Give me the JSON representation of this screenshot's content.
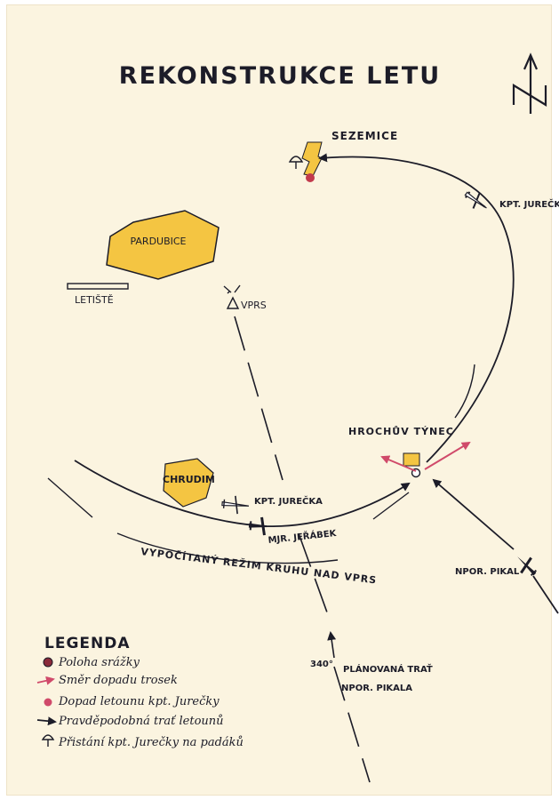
{
  "title": "REKONSTRUKCE LETU",
  "north_symbol": "N",
  "places": {
    "sezemice": "SEZEMICE",
    "pardubice": "PARDUBICE",
    "letiste": "LETIŠTĚ",
    "vprs": "VPRS",
    "hrochuv_tynec": "HROCHŮV TÝNEC",
    "chrudim": "CHRUDIM"
  },
  "labels": {
    "kpt_jurecka_top": "KPT. JUREČKA",
    "kpt_jurecka_left": "KPT. JUREČKA",
    "mjr_jerabek": "MJR. JEŘÁBEK",
    "npor_pikal": "NPOR. PIKAL",
    "circle_regime": "VYPOČÍTANÝ REŽIM KRUHU NAD VPRS",
    "heading": "340°",
    "planned_track_1": "PLÁNOVANÁ TRAŤ",
    "planned_track_2": "NPOR. PIKALA"
  },
  "legend": {
    "title": "LEGENDA",
    "items": [
      {
        "symbol": "dot-dark",
        "text": "Poloha srážky"
      },
      {
        "symbol": "arrow-red",
        "text": "Směr dopadu trosek"
      },
      {
        "symbol": "dot-red",
        "text": "Dopad letounu kpt. Jurečky"
      },
      {
        "symbol": "arrow-black",
        "text": "Pravděpodobná trať letounů"
      },
      {
        "symbol": "parachute",
        "text": "Přistání kpt. Jurečky na padáků"
      }
    ]
  },
  "colors": {
    "town_fill": "#f4c542",
    "ink": "#1c1c28",
    "debris_red": "#d04a6a",
    "impact_dot": "#c23a4c"
  }
}
